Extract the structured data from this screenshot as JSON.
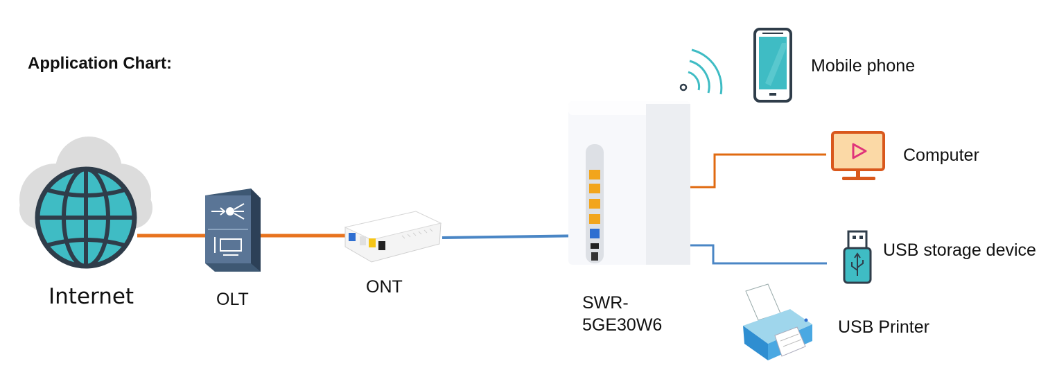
{
  "title": "Application Chart:",
  "nodes": {
    "internet": "Internet",
    "olt": "OLT",
    "ont": "ONT",
    "router_line1": "SWR-",
    "router_line2": "5GE30W6",
    "mobile": "Mobile phone",
    "computer": "Computer",
    "usb_storage": "USB storage device",
    "usb_printer": "USB Printer"
  },
  "icons": [
    "cloud-icon",
    "globe-icon",
    "olt-device-icon",
    "ont-device-icon",
    "router-device-icon",
    "wifi-signal-icon",
    "mobile-phone-icon",
    "computer-monitor-icon",
    "usb-drive-icon",
    "printer-icon"
  ],
  "colors": {
    "fiber_link": "#e8731e",
    "ethernet_link": "#e06a10",
    "usb_link": "#4a86c5",
    "globe": "#3fbcc4",
    "wifi": "#3fbcc4"
  }
}
